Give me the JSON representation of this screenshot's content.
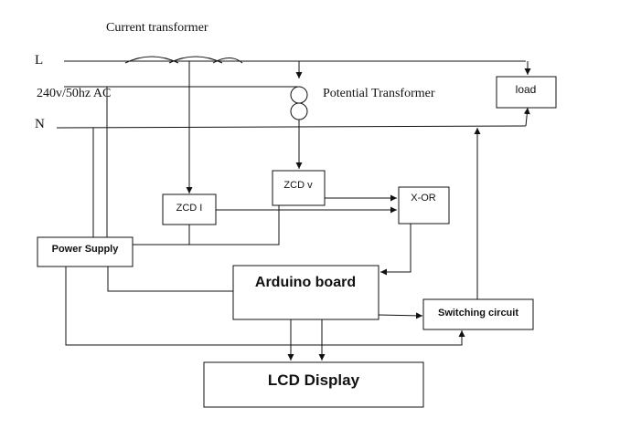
{
  "diagram": {
    "labels": {
      "current_transformer": "Current transformer",
      "line_l": "L",
      "supply": "240v/50hz  AC",
      "neutral_n": "N",
      "potential_transformer": "Potential Transformer"
    },
    "blocks": {
      "load": "load",
      "zcd_v": "ZCD v",
      "zcd_i": "ZCD I",
      "xor": "X-OR",
      "power_supply": "Power Supply",
      "arduino": "Arduino board",
      "switching": "Switching circuit",
      "lcd": "LCD Display"
    }
  }
}
